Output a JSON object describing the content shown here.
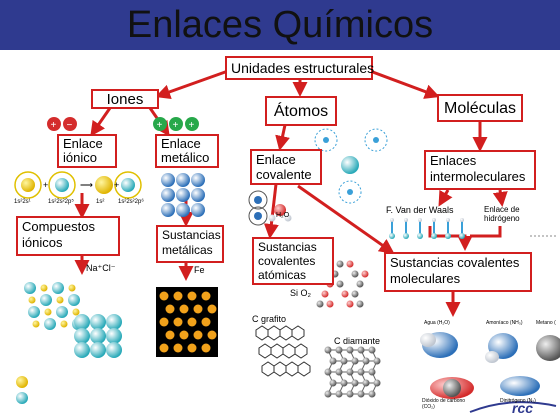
{
  "title": "Enlaces Químicos",
  "colors": {
    "banner": "#2f3a8f",
    "box_border": "#d21f1f",
    "arrow": "#d21f1f"
  },
  "nodes": {
    "unidades": "Unidades estructurales",
    "iones": "Iones",
    "atomos": "Átomos",
    "moleculas": "Moléculas",
    "enlace_ionico": "Enlace iónico",
    "enlace_metalico": "Enlace metálico",
    "enlace_covalente": "Enlace covalente",
    "enlaces_intermoleculares": "Enlaces intermoleculares",
    "compuestos_ionicos": "Compuestos iónicos",
    "sustancias_metalicas": "Sustancias metálicas",
    "sustancias_covalentes_atomicas": "Sustancias covalentes atómicas",
    "sustancias_covalentes_moleculares": "Sustancias covalentes moleculares"
  },
  "labels": {
    "van_der_waals": "F. Van der Waals",
    "enlace_hidrogeno": "Enlace de hidrógeno",
    "nacl": "Na⁺Cl⁻",
    "fe": "Fe",
    "sio2": "Si O₂",
    "grafito": "C grafito",
    "diamante": "C diamante",
    "h2o": "H₂O",
    "ionic_config_1": "1s²2s¹",
    "ionic_config_2": "1s²2s²2p⁵",
    "ionic_config_3": "1s²",
    "ionic_config_4": "1s²2s²2p⁶",
    "agua": "Agua (H₂O)",
    "amoniaco": "Amoníaco (NH₃)",
    "metano": "Metano (",
    "dioxido": "Dióxido de carbono (CO₂)",
    "dinitrogeno": "Dinitrógeno (N₂)",
    "logo": "rcc"
  }
}
